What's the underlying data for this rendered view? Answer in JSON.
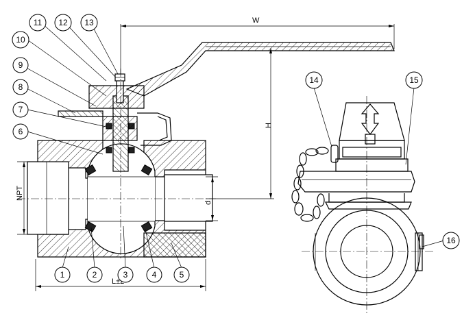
{
  "callouts": [
    "1",
    "2",
    "3",
    "4",
    "5",
    "6",
    "7",
    "8",
    "9",
    "10",
    "11",
    "12",
    "13",
    "14",
    "15",
    "16"
  ],
  "dimensions": {
    "width": "W",
    "height": "H",
    "thread": "NPT",
    "bore": "d",
    "length": "L±2"
  }
}
